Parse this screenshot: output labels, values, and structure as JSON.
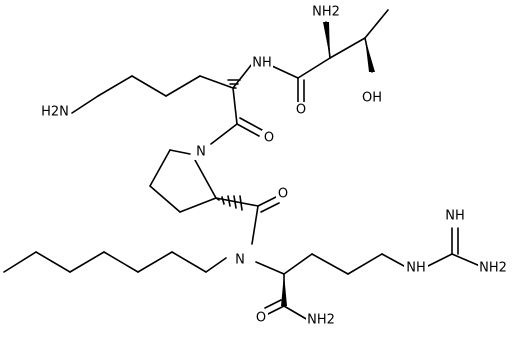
{
  "atoms": [
    {
      "id": "n_thr",
      "text": "NH2"
    },
    {
      "id": "nh_lys",
      "text": "NH"
    },
    {
      "id": "o_thr_co",
      "text": "O"
    },
    {
      "id": "oh_thr",
      "text": "OH"
    },
    {
      "id": "n_lys_side",
      "text": "H2N"
    },
    {
      "id": "o_lys_co",
      "text": "O"
    },
    {
      "id": "n_pro",
      "text": "N"
    },
    {
      "id": "o_pro_co",
      "text": "O"
    },
    {
      "id": "n_amide",
      "text": "N"
    },
    {
      "id": "nh_imine",
      "text": "NH"
    },
    {
      "id": "nh_guan",
      "text": "NH"
    },
    {
      "id": "nh2_guan",
      "text": "NH2"
    },
    {
      "id": "o_arg_co",
      "text": "O"
    },
    {
      "id": "nh2_amide",
      "text": "NH2"
    }
  ]
}
